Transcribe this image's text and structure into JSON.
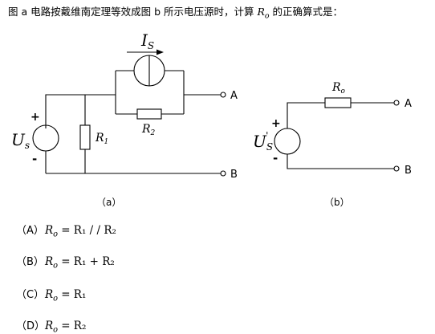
{
  "question": {
    "prefix": "图 a 电路按戴维南定理等效成图 b 所示电压源时，计算 ",
    "var": "R",
    "var_sub": "o",
    "suffix": " 的正确算式是："
  },
  "circuit_a": {
    "caption": "（a）",
    "labels": {
      "source_current": "I",
      "source_current_sub": "S",
      "source_voltage": "U",
      "source_voltage_sub": "s",
      "r1": "R",
      "r1_sub": "1",
      "r2": "R",
      "r2_sub": "2",
      "plus": "+",
      "minus": "-",
      "terminal_a": "A",
      "terminal_b": "B"
    }
  },
  "circuit_b": {
    "caption": "（b）",
    "labels": {
      "ro": "R",
      "ro_sub": "o",
      "source_voltage": "U",
      "source_voltage_sub": "S",
      "source_voltage_sup": "'",
      "plus": "+",
      "minus": "-",
      "terminal_a": "A",
      "terminal_b": "B"
    }
  },
  "options": [
    {
      "letter": "（A）",
      "lhs": "R",
      "lhs_sub": "o",
      "rhs": "= R₁ / / R₂"
    },
    {
      "letter": "（B）",
      "lhs": "R",
      "lhs_sub": "o",
      "rhs": "= R₁ + R₂"
    },
    {
      "letter": "（C）",
      "lhs": "R",
      "lhs_sub": "o",
      "rhs": "= R₁"
    },
    {
      "letter": "（D）",
      "lhs": "R",
      "lhs_sub": "o",
      "rhs": "= R₂"
    }
  ]
}
